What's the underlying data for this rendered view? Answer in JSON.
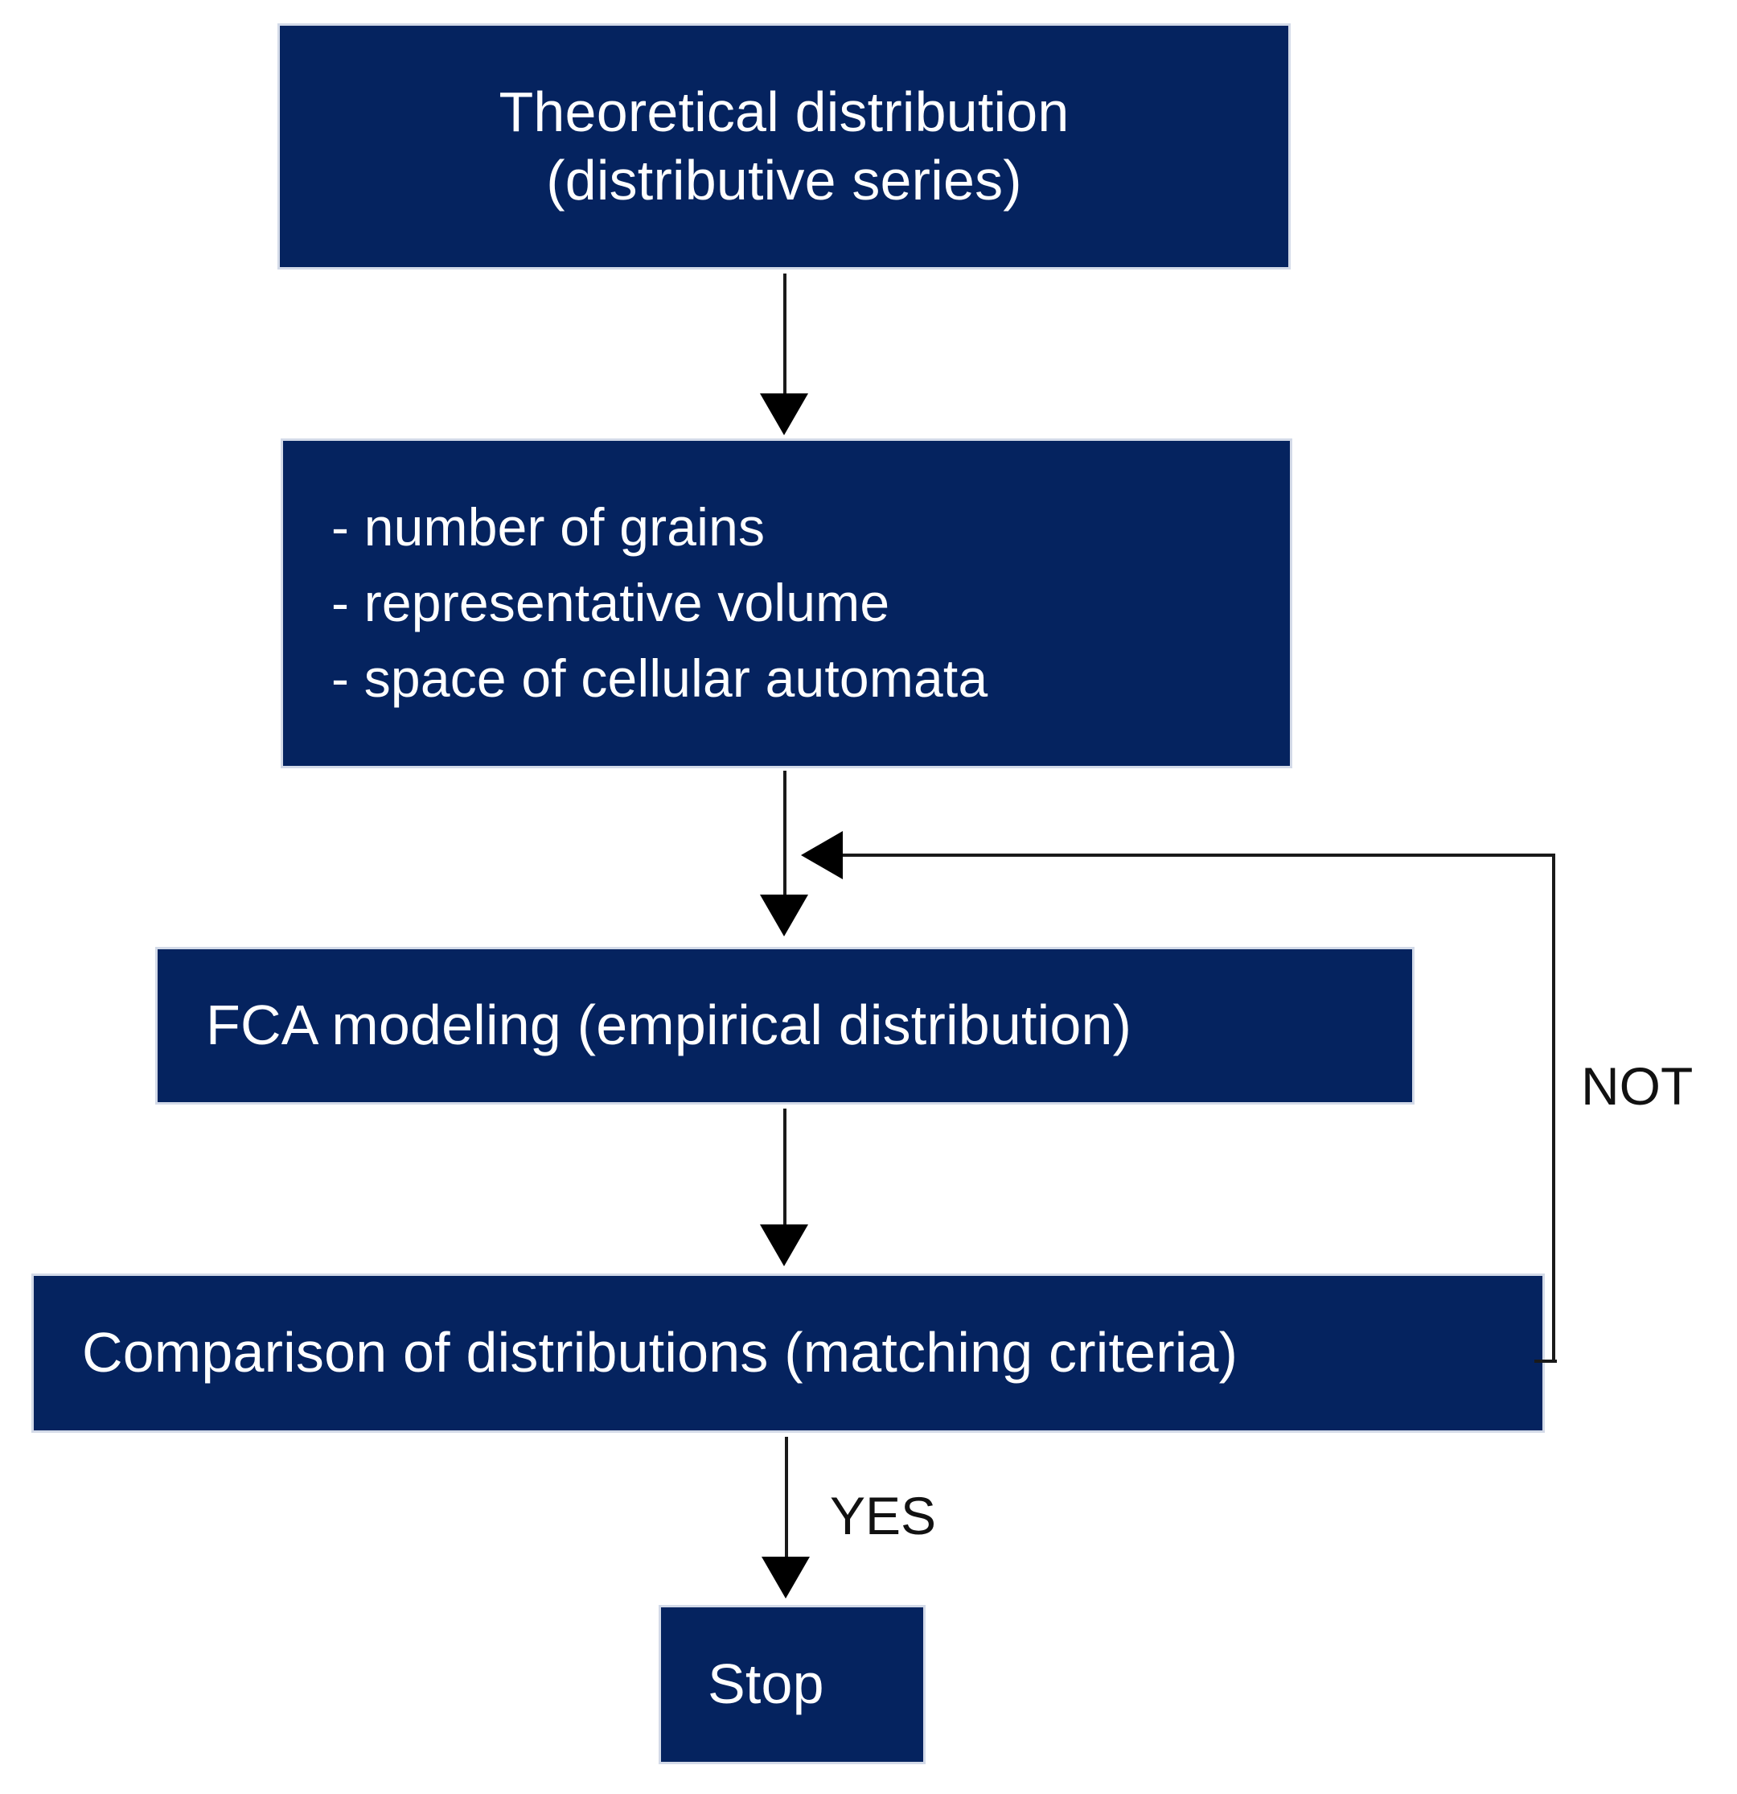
{
  "diagram": {
    "type": "flowchart",
    "title": "FCA modeling iterative matching procedure",
    "colors": {
      "node_fill": "#05235f",
      "node_text": "#ffffff",
      "connector": "#1a1a1a",
      "label_text": "#111111",
      "background": "#ffffff"
    },
    "nodes": [
      {
        "id": "theoretical",
        "align": "center",
        "lines": [
          "Theoretical distribution",
          "(distributive series)"
        ]
      },
      {
        "id": "params",
        "align": "left",
        "lines": [
          "- number of grains",
          "- representative volume",
          "- space of cellular automata"
        ]
      },
      {
        "id": "fca",
        "align": "left",
        "lines": [
          "FCA modeling (empirical distribution)"
        ]
      },
      {
        "id": "comparison",
        "align": "left",
        "lines": [
          "Comparison of distributions (matching criteria)"
        ]
      },
      {
        "id": "stop",
        "align": "left",
        "lines": [
          "Stop"
        ]
      }
    ],
    "edges": [
      {
        "id": "e1",
        "from": "theoretical",
        "to": "params",
        "label": ""
      },
      {
        "id": "e2",
        "from": "params",
        "to": "fca",
        "label": ""
      },
      {
        "id": "e3",
        "from": "fca",
        "to": "comparison",
        "label": ""
      },
      {
        "id": "e4",
        "from": "comparison",
        "to": "stop",
        "label": "YES"
      },
      {
        "id": "e5",
        "from": "comparison",
        "to": "fca",
        "label": "NOT"
      }
    ],
    "labels": {
      "not": "NOT",
      "yes": "YES"
    }
  }
}
